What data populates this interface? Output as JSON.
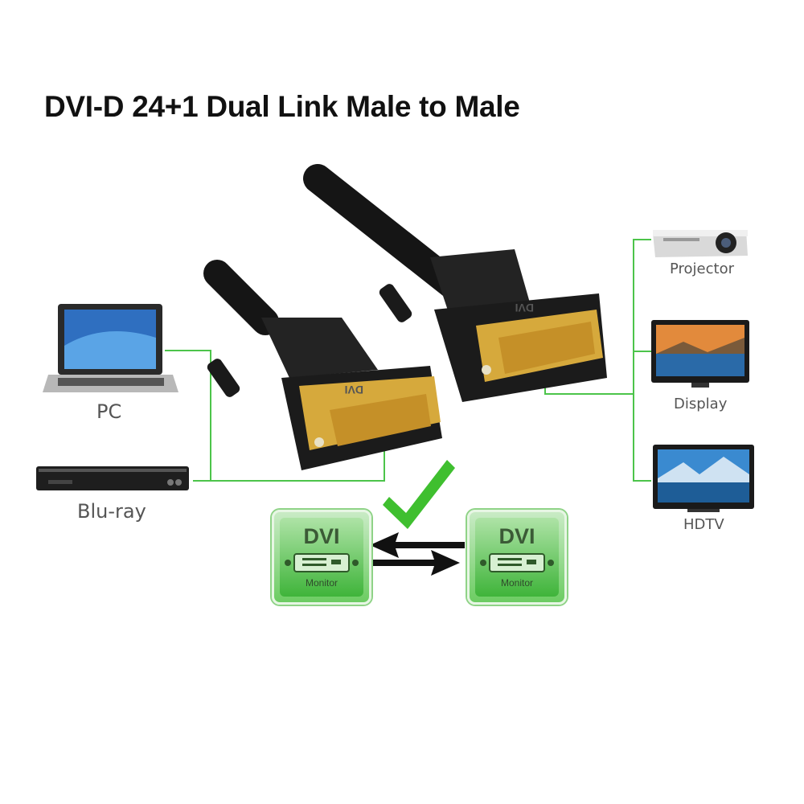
{
  "title": "DVI-D 24+1 Dual Link Male to Male",
  "sources": [
    {
      "label": "PC",
      "icon": "laptop-icon"
    },
    {
      "label": "Blu-ray",
      "icon": "bluray-player-icon"
    }
  ],
  "outputs": [
    {
      "label": "Projector",
      "icon": "projector-icon"
    },
    {
      "label": "Display",
      "icon": "display-icon"
    },
    {
      "label": "HDTV",
      "icon": "hdtv-icon"
    }
  ],
  "connector_mark": "DVI",
  "badges": [
    {
      "title": "DVI",
      "subtitle": "Monitor"
    },
    {
      "title": "DVI",
      "subtitle": "Monitor"
    }
  ],
  "colors": {
    "connection_line": "#4cc44a",
    "check_mark": "#3fbf2f",
    "connector_body": "#1e1e1e",
    "gold_plate": "#d6a93c"
  }
}
